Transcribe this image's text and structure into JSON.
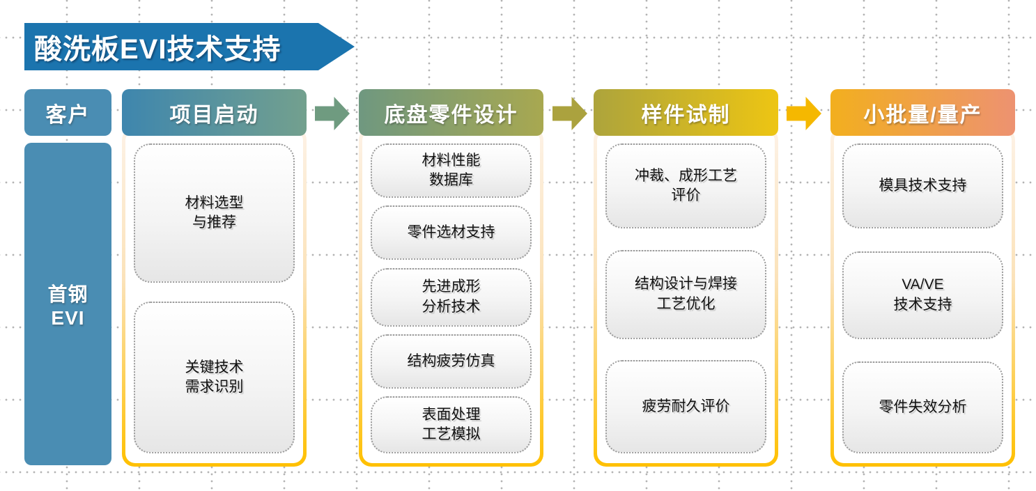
{
  "title": {
    "text": "酸洗板EVI技术支持"
  },
  "colors": {
    "title-blue": "#1B74AE",
    "steel-blue": "#4A8DB3",
    "sage-green": "#6F9B80",
    "olive": "#ABA23E",
    "gold": "#F5B800",
    "frame-peach": "#FDF2E6",
    "frame-mid": "#FBE2B9",
    "frame-gold": "#FFC000",
    "header2-start": "#3E86AE",
    "header2-end": "#73A08E",
    "header3-start": "#6F9880",
    "header3-end": "#A8A850",
    "header4-start": "#ADA43C",
    "header4-end": "#EDC513",
    "header5-start": "#F2AF1E",
    "header5-end": "#ED9271",
    "card-border": "#9A9A9A",
    "grid-dot": "#B3B3B3"
  },
  "columns": [
    {
      "header": "客户",
      "body": "首钢\nEVI"
    },
    {
      "header": "项目启动",
      "cards": [
        "材料选型\n与推荐",
        "关键技术\n需求识别"
      ]
    },
    {
      "header": "底盘零件设计",
      "cards": [
        "材料性能\n数据库",
        "零件选材支持",
        "先进成形\n分析技术",
        "结构疲劳仿真",
        "表面处理\n工艺模拟"
      ]
    },
    {
      "header": "样件试制",
      "cards": [
        "冲裁、成形工艺\n评价",
        "结构设计与焊接\n工艺优化",
        "疲劳耐久评价"
      ]
    },
    {
      "header": "小批量/量产",
      "cards": [
        "模具技术支持",
        "VA/VE\n技术支持",
        "零件失效分析"
      ]
    }
  ],
  "arrows": [
    {
      "name": "project-start-to-chassis-design",
      "color": "#6F9B80"
    },
    {
      "name": "chassis-design-to-sample-trial",
      "color": "#ABA23E"
    },
    {
      "name": "sample-trial-to-production",
      "color": "#F5B800"
    }
  ]
}
